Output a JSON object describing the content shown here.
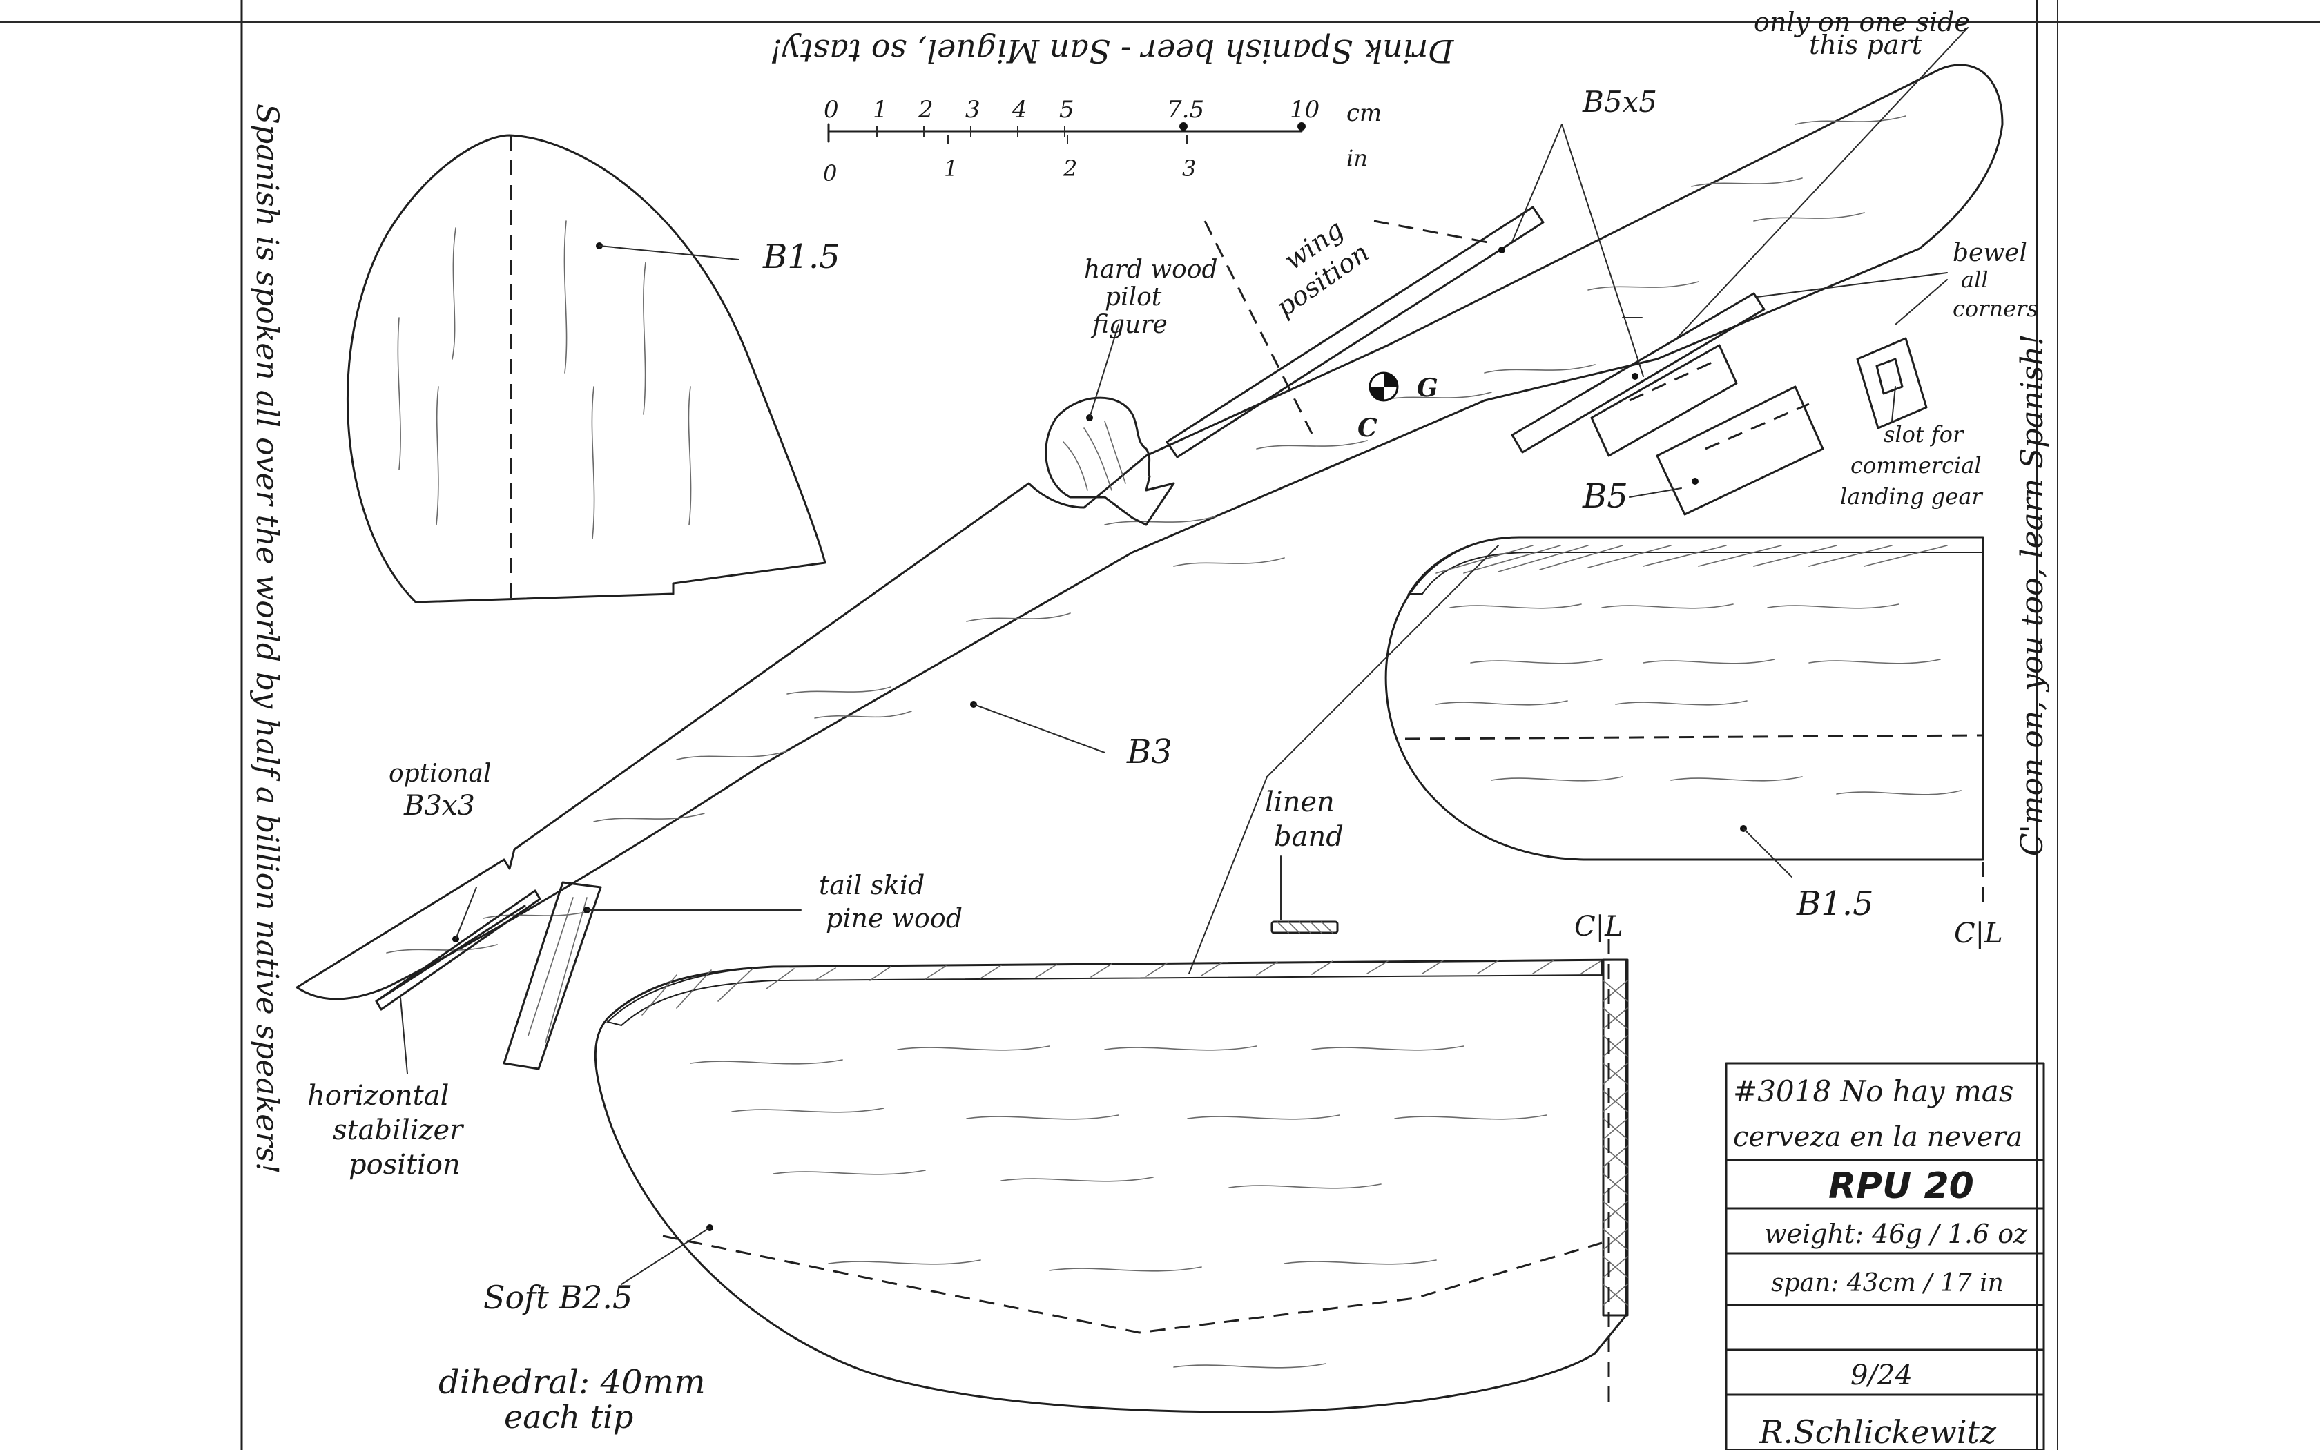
{
  "top_note": "Drink Spanish beer - San Miguel, so tasty!",
  "left_note": "Spanish is spoken all over the world by half a billion native speakers!",
  "right_note": "C'mon on, you too, learn Spanish!",
  "scale": {
    "cm_ticks": [
      "0",
      "1",
      "2",
      "3",
      "4",
      "5",
      "7.5",
      "10"
    ],
    "cm_unit": "cm",
    "in_ticks": [
      "0",
      "1",
      "2",
      "3"
    ],
    "in_unit": "in"
  },
  "labels": {
    "fin_material": "B1.5",
    "b5x5": "B5x5",
    "b5": "B5",
    "b3": "B3",
    "stab_material": "B1.5",
    "wing_material": "Soft B2.5",
    "pilot_1": "hard wood",
    "pilot_2": "pilot",
    "pilot_3": "figure",
    "wing_pos_1": "wing",
    "wing_pos_2": "position",
    "cg_c": "C",
    "cg_g": "G",
    "one_side_1": "only on one side",
    "one_side_2": "this part",
    "bevel_1": "bewel",
    "bevel_2": "all",
    "bevel_3": "corners",
    "slot_1": "slot for",
    "slot_2": "commercial",
    "slot_3": "landing gear",
    "optional_1": "optional",
    "optional_2": "B3x3",
    "hstab_1": "horizontal",
    "hstab_2": "stabilizer",
    "hstab_3": "position",
    "skid_1": "tail skid",
    "skid_2": "pine wood",
    "linen_1": "linen",
    "linen_2": "band",
    "cl_stab": "C|L",
    "cl_wing": "C|L",
    "dihedral_1": "dihedral: 40mm",
    "dihedral_2": "each tip"
  },
  "title_block": {
    "line1": "#3018 No hay mas",
    "line2": "cerveza en la nevera",
    "model": "RPU 20",
    "weight": "weight: 46g / 1.6 oz",
    "span": "span: 43cm / 17 in",
    "date": "9/24",
    "author": "R.Schlickewitz"
  }
}
